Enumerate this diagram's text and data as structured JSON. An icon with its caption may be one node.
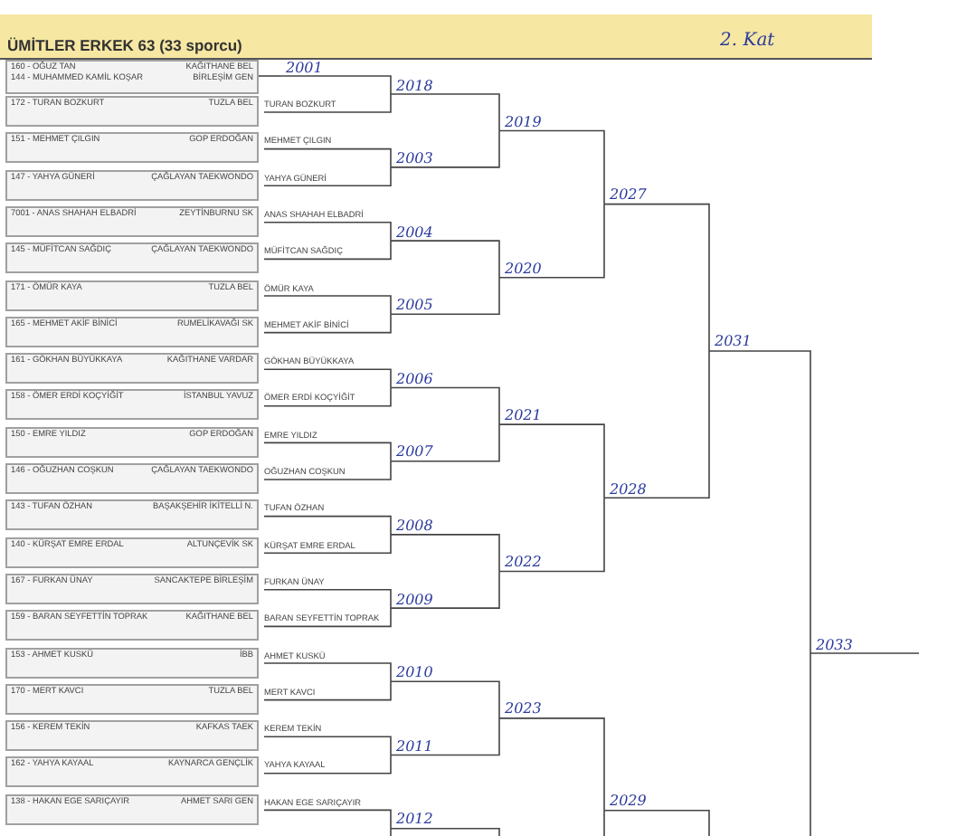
{
  "diagram": {
    "title": "ÜMİTLER ERKEK 63 (33 sporcu)",
    "nodes": [
      {
        "text": [
          "160 - OĞUZ TAN",
          "KAĞITHANE BEL",
          "144 - MUHAMMED KAMİL KOŞAR",
          "BİRLEŞİM GEN"
        ]
      },
      {
        "text": [
          "172 - TURAN BOZKURT",
          "TUZLA BEL"
        ]
      },
      {
        "text": [
          "151 - MEHMET ÇILGIN",
          "GOP ERDOĞAN"
        ]
      },
      {
        "text": [
          "147 - YAHYA GÜNERİ",
          "ÇAĞLAYAN TAEKWONDO"
        ]
      },
      {
        "text": [
          "7001 - ANAS SHAHAH ELBADRİ",
          "ZEYTİNBURNU SK"
        ]
      },
      {
        "text": [
          "145 - MÜFİTCAN SAĞDIÇ",
          "ÇAĞLAYAN TAEKWONDO"
        ]
      },
      {
        "text": [
          "171 - ÖMÜR KAYA",
          "TUZLA BEL"
        ]
      },
      {
        "text": [
          "165 - MEHMET AKİF BİNİCİ",
          "RUMELİKAVAĞI SK"
        ]
      },
      {
        "text": [
          "161 - GÖKHAN BÜYÜKKAYA",
          "KAĞITHANE VARDAR"
        ]
      },
      {
        "text": [
          "158 - ÖMER ERDİ KOÇYİĞİT",
          "İSTANBUL YAVUZ"
        ]
      },
      {
        "text": [
          "150 - EMRE YILDIZ",
          "GOP ERDOĞAN"
        ]
      },
      {
        "text": [
          "146 - OĞUZHAN COŞKUN",
          "ÇAĞLAYAN TAEKWONDO"
        ]
      },
      {
        "text": [
          "143 - TUFAN ÖZHAN",
          "BAŞAKŞEHİR İKİTELLİ N."
        ]
      },
      {
        "text": [
          "140 - KÜRŞAT EMRE ERDAL",
          "ALTUNÇEVİK SK"
        ]
      },
      {
        "text": [
          "167 - FURKAN ÜNAY",
          "SANCAKTEPE BİRLEŞİM"
        ]
      },
      {
        "text": [
          "159 - BARAN SEYFETTİN TOPRAK",
          "KAĞITHANE BEL"
        ]
      },
      {
        "text": [
          "153 - AHMET KUSKÜ",
          "İBB"
        ]
      },
      {
        "text": [
          "170 - MERT KAVCI",
          "TUZLA BEL"
        ]
      },
      {
        "text": [
          "156 - KEREM TEKİN",
          "KAFKAS TAEK"
        ]
      },
      {
        "text": [
          "162 - YAHYA KAYAAL",
          "KAYNARCA GENÇLİK"
        ]
      },
      {
        "text": [
          "138 - HAKAN EGE SARIÇAYIR",
          "AHMET SARI GEN"
        ]
      },
      {
        "text": [
          "TURAN BOZKURT"
        ]
      },
      {
        "text": [
          "MEHMET ÇILGIN"
        ]
      },
      {
        "text": [
          "YAHYA GÜNERİ"
        ]
      },
      {
        "text": [
          "ANAS SHAHAH ELBADRİ"
        ]
      },
      {
        "text": [
          "MÜFİTCAN SAĞDIÇ"
        ]
      },
      {
        "text": [
          "ÖMÜR KAYA"
        ]
      },
      {
        "text": [
          "MEHMET AKİF BİNİCİ"
        ]
      },
      {
        "text": [
          "GÖKHAN BÜYÜKKAYA"
        ]
      },
      {
        "text": [
          "ÖMER ERDİ KOÇYİĞİT"
        ]
      },
      {
        "text": [
          "EMRE YILDIZ"
        ]
      },
      {
        "text": [
          "OĞUZHAN COŞKUN"
        ]
      },
      {
        "text": [
          "TUFAN ÖZHAN"
        ]
      },
      {
        "text": [
          "KÜRŞAT EMRE ERDAL"
        ]
      },
      {
        "text": [
          "FURKAN ÜNAY"
        ]
      },
      {
        "text": [
          "BARAN SEYFETTİN TOPRAK"
        ]
      },
      {
        "text": [
          "AHMET KUSKÜ"
        ]
      },
      {
        "text": [
          "MERT KAVCI"
        ]
      },
      {
        "text": [
          "KEREM TEKİN"
        ]
      },
      {
        "text": [
          "YAHYA KAYAAL"
        ]
      },
      {
        "text": [
          "HAKAN EGE SARIÇAYIR"
        ]
      },
      {
        "text": [
          "2001"
        ]
      },
      {
        "text": [
          "2018"
        ]
      },
      {
        "text": [
          "2003"
        ]
      },
      {
        "text": [
          "2004"
        ]
      },
      {
        "text": [
          "2005"
        ]
      },
      {
        "text": [
          "2006"
        ]
      },
      {
        "text": [
          "2007"
        ]
      },
      {
        "text": [
          "2008"
        ]
      },
      {
        "text": [
          "2009"
        ]
      },
      {
        "text": [
          "2010"
        ]
      },
      {
        "text": [
          "2011"
        ]
      },
      {
        "text": [
          "2012"
        ]
      },
      {
        "text": [
          "2019"
        ]
      },
      {
        "text": [
          "2020"
        ]
      },
      {
        "text": [
          "2021"
        ]
      },
      {
        "text": [
          "2022"
        ]
      },
      {
        "text": [
          "2023"
        ]
      },
      {
        "text": [
          "2027"
        ]
      },
      {
        "text": [
          "2028"
        ]
      },
      {
        "text": [
          "2029"
        ]
      },
      {
        "text": [
          "2031"
        ]
      },
      {
        "text": [
          "2033"
        ]
      }
    ],
    "edges": [
      {
        "from": 0,
        "to": 41,
        "arrow": "none"
      },
      {
        "from": 41,
        "to": 42,
        "arrow": "none"
      },
      {
        "from": 21,
        "to": 42,
        "arrow": "none"
      },
      {
        "from": 22,
        "to": 43,
        "arrow": "none"
      },
      {
        "from": 23,
        "to": 43,
        "arrow": "none"
      },
      {
        "from": 24,
        "to": 44,
        "arrow": "none"
      },
      {
        "from": 25,
        "to": 44,
        "arrow": "none"
      },
      {
        "from": 26,
        "to": 45,
        "arrow": "none"
      },
      {
        "from": 27,
        "to": 45,
        "arrow": "none"
      },
      {
        "from": 28,
        "to": 46,
        "arrow": "none"
      },
      {
        "from": 29,
        "to": 46,
        "arrow": "none"
      },
      {
        "from": 30,
        "to": 47,
        "arrow": "none"
      },
      {
        "from": 31,
        "to": 47,
        "arrow": "none"
      },
      {
        "from": 32,
        "to": 48,
        "arrow": "none"
      },
      {
        "from": 33,
        "to": 48,
        "arrow": "none"
      },
      {
        "from": 34,
        "to": 49,
        "arrow": "none"
      },
      {
        "from": 35,
        "to": 49,
        "arrow": "none"
      },
      {
        "from": 36,
        "to": 50,
        "arrow": "none"
      },
      {
        "from": 37,
        "to": 50,
        "arrow": "none"
      },
      {
        "from": 38,
        "to": 51,
        "arrow": "none"
      },
      {
        "from": 39,
        "to": 51,
        "arrow": "none"
      },
      {
        "from": 40,
        "to": 52,
        "arrow": "none"
      },
      {
        "from": null,
        "to": 52,
        "arrow": "none"
      },
      {
        "from": 42,
        "to": 53,
        "arrow": "none"
      },
      {
        "from": 43,
        "to": 53,
        "arrow": "none"
      },
      {
        "from": 44,
        "to": 54,
        "arrow": "none"
      },
      {
        "from": 45,
        "to": 54,
        "arrow": "none"
      },
      {
        "from": 46,
        "to": 55,
        "arrow": "none"
      },
      {
        "from": 47,
        "to": 55,
        "arrow": "none"
      },
      {
        "from": 48,
        "to": 56,
        "arrow": "none"
      },
      {
        "from": 49,
        "to": 56,
        "arrow": "none"
      },
      {
        "from": 50,
        "to": 57,
        "arrow": "none"
      },
      {
        "from": 51,
        "to": 57,
        "arrow": "none"
      },
      {
        "from": 52,
        "to": null,
        "arrow": "none"
      },
      {
        "from": 53,
        "to": 58,
        "arrow": "none"
      },
      {
        "from": 54,
        "to": 58,
        "arrow": "none"
      },
      {
        "from": 55,
        "to": 59,
        "arrow": "none"
      },
      {
        "from": 56,
        "to": 59,
        "arrow": "none"
      },
      {
        "from": 57,
        "to": 60,
        "arrow": "none"
      },
      {
        "from": null,
        "to": 60,
        "arrow": "none"
      },
      {
        "from": 58,
        "to": 61,
        "arrow": "none"
      },
      {
        "from": 59,
        "to": 61,
        "arrow": "none"
      },
      {
        "from": 60,
        "to": null,
        "arrow": "none"
      },
      {
        "from": 61,
        "to": 62,
        "arrow": "none"
      },
      {
        "from": null,
        "to": 62,
        "arrow": "none"
      },
      {
        "from": 62,
        "to": null,
        "arrow": "none"
      }
    ],
    "labels": [
      "2. Kat"
    ]
  }
}
